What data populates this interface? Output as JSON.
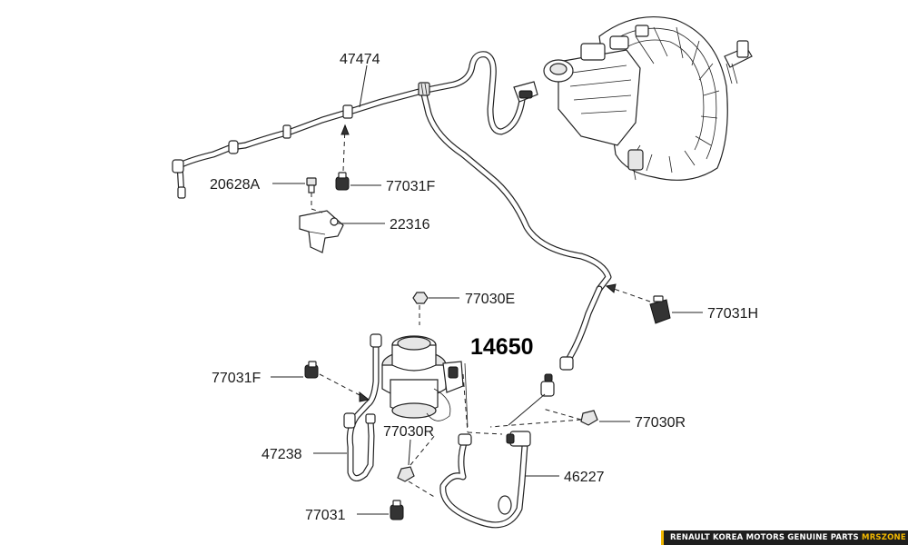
{
  "diagram": {
    "title": "Vacuum pump and hoses",
    "labels": {
      "p47474": "47474",
      "p20628A": "20628A",
      "p77031F_top": "77031F",
      "p22316": "22316",
      "p77030E": "77030E",
      "p77031H": "77031H",
      "p14650": "14650",
      "p77031F_left": "77031F",
      "p77030R_right": "77030R",
      "p77030R_mid": "77030R",
      "p47238": "47238",
      "p46227": "46227",
      "p77031": "77031"
    }
  },
  "footer": {
    "text": "RENAULT KOREA MOTORS GENUINE PARTS",
    "brand": "MRSZONE"
  },
  "colors": {
    "line": "#222222",
    "footer_bg": "#1e1e1e",
    "brand_accent": "#f2b800"
  }
}
